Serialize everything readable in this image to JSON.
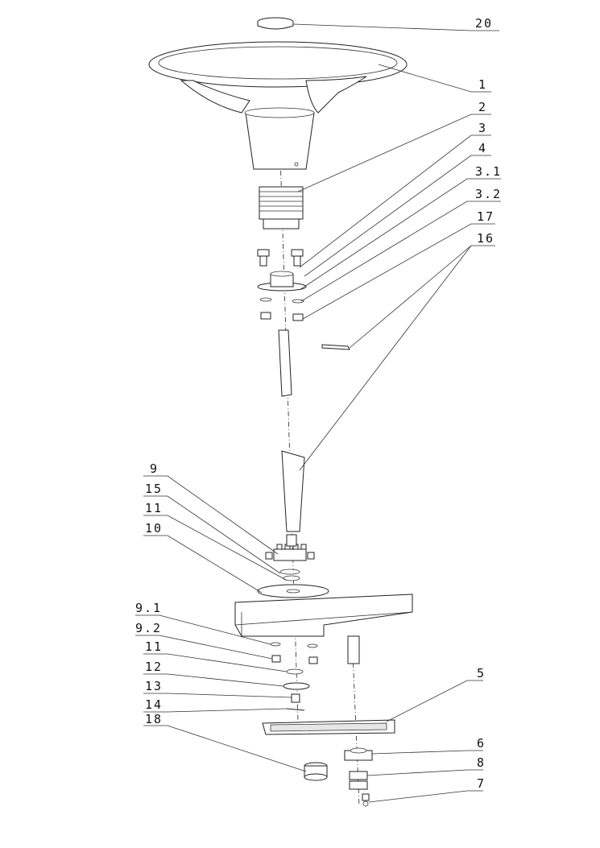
{
  "callouts": [
    {
      "id": "20",
      "label": "20"
    },
    {
      "id": "1",
      "label": "1"
    },
    {
      "id": "2",
      "label": "2"
    },
    {
      "id": "3",
      "label": "3"
    },
    {
      "id": "4",
      "label": "4"
    },
    {
      "id": "3.1",
      "label": "3.1"
    },
    {
      "id": "3.2",
      "label": "3.2"
    },
    {
      "id": "17",
      "label": "17"
    },
    {
      "id": "16",
      "label": "16"
    },
    {
      "id": "9",
      "label": "9"
    },
    {
      "id": "15",
      "label": "15"
    },
    {
      "id": "11a",
      "label": "11"
    },
    {
      "id": "10",
      "label": "10"
    },
    {
      "id": "9.1",
      "label": "9.1"
    },
    {
      "id": "9.2",
      "label": "9.2"
    },
    {
      "id": "11b",
      "label": "11"
    },
    {
      "id": "12",
      "label": "12"
    },
    {
      "id": "13",
      "label": "13"
    },
    {
      "id": "14",
      "label": "14"
    },
    {
      "id": "18",
      "label": "18"
    },
    {
      "id": "5",
      "label": "5"
    },
    {
      "id": "6",
      "label": "6"
    },
    {
      "id": "8",
      "label": "8"
    },
    {
      "id": "7",
      "label": "7"
    }
  ]
}
